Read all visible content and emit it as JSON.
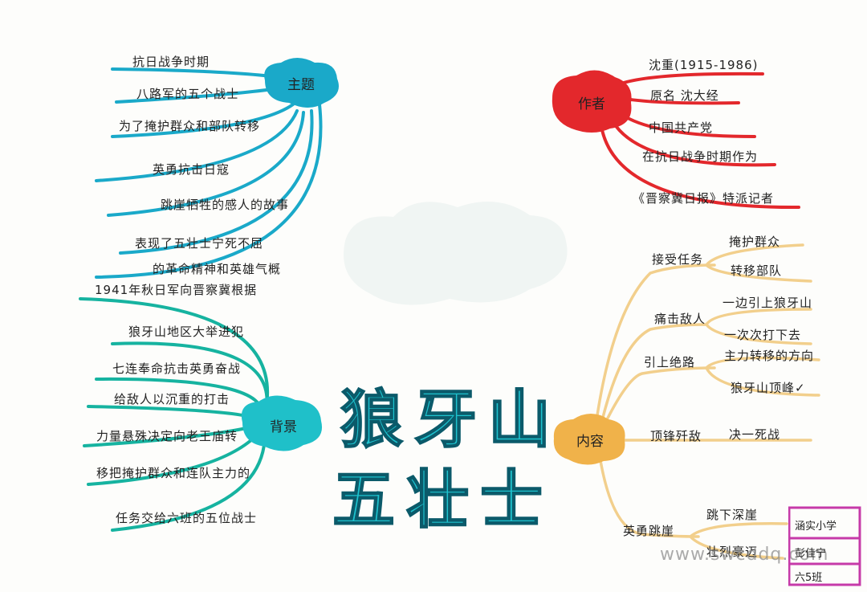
{
  "center": {
    "title_line1": "狼牙山",
    "title_line2": "五壮士"
  },
  "colors": {
    "theme": "#1aa9c9",
    "background": "#16b3a0",
    "author": "#e3282c",
    "content": "#f2cf8c"
  },
  "theme": {
    "label": "主题",
    "items": [
      "抗日战争时期",
      "八路军的五个战士",
      "为了掩护群众和部队转移",
      "英勇抗击日寇",
      "跳崖牺牲的感人的故事",
      "表现了五壮士宁死不屈",
      "的革命精神和英雄气概"
    ]
  },
  "background": {
    "label": "背景",
    "items": [
      "1941年秋日军向晋察冀根据",
      "狼牙山地区大举进犯",
      "七连奉命抗击英勇奋战",
      "给敌人以沉重的打击",
      "力量悬殊决定向老王庙转",
      "移把掩护群众和连队主力的",
      "任务交给六班的五位战士"
    ]
  },
  "author": {
    "label": "作者",
    "items": [
      "沈重(1915-1986)",
      "原名 沈大经",
      "中国共产党",
      "在抗日战争时期作为",
      "《晋察冀日报》特派记者"
    ]
  },
  "content": {
    "label": "内容",
    "groups": [
      {
        "name": "接受任务",
        "subs": [
          "掩护群众",
          "转移部队"
        ]
      },
      {
        "name": "痛击敌人",
        "subs": [
          "一边引上狼牙山",
          "一次次打下去"
        ]
      },
      {
        "name": "引上绝路",
        "subs": [
          "主力转移的方向",
          "狼牙山顶峰✓"
        ]
      },
      {
        "name": "顶锋歼敌",
        "subs": [
          "决一死战"
        ]
      },
      {
        "name": "英勇跳崖",
        "subs": [
          "跳下深崖",
          "壮烈豪迈"
        ]
      }
    ]
  },
  "badge": {
    "school": "涵实小学",
    "name": "彭佳宁",
    "class": "六5班"
  },
  "watermark": "www.swcddq.com"
}
